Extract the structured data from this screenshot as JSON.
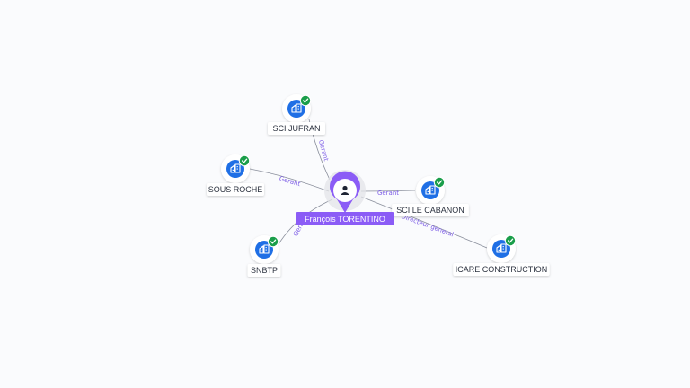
{
  "colors": {
    "person_accent": "#8b5cf6",
    "company_blue": "#1f6fe5",
    "check_green": "#1a9e4a",
    "edge_gray": "#8a8f9c",
    "edge_label": "#7c5ce6"
  },
  "person": {
    "name": "François TORENTINO",
    "icon": "user-icon"
  },
  "companies": [
    {
      "id": "sci-jufran",
      "name": "SCI JUFRAN",
      "icon": "building-icon",
      "status_icon": "check-badge-icon"
    },
    {
      "id": "sous-roche",
      "name": "SOUS ROCHE",
      "icon": "building-icon",
      "status_icon": "check-badge-icon"
    },
    {
      "id": "snbtp",
      "name": "SNBTP",
      "icon": "building-icon",
      "status_icon": "check-badge-icon"
    },
    {
      "id": "sci-le-cabanon",
      "name": "SCI LE CABANON",
      "icon": "building-icon",
      "status_icon": "check-badge-icon"
    },
    {
      "id": "icare-construction",
      "name": "ICARE CONSTRUCTION",
      "icon": "building-icon",
      "status_icon": "check-badge-icon"
    }
  ],
  "edges": [
    {
      "to": "sci-jufran",
      "label": "Gerant"
    },
    {
      "to": "sous-roche",
      "label": "Gerant"
    },
    {
      "to": "snbtp",
      "label": "Gerant"
    },
    {
      "to": "sci-le-cabanon",
      "label": "Gerant"
    },
    {
      "to": "icare-construction",
      "label": "Directeur general"
    }
  ]
}
